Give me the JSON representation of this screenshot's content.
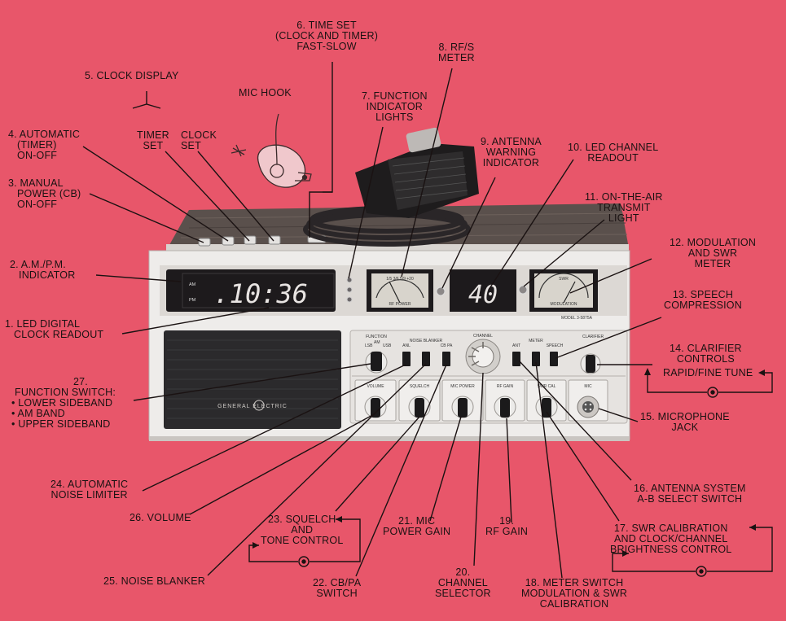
{
  "colors": {
    "background": "#e8566a",
    "panel": "#eeecea",
    "display": "#1d1a1c",
    "led": "#e8e4e2",
    "speaker": "#2b2a2c",
    "woodgrain": "#5a504c"
  },
  "radio": {
    "clock_am": "AM",
    "clock_pm": "PM",
    "clock_time": ".10:36",
    "channel": "40",
    "brand": "GENERAL ELECTRIC",
    "model": "MODEL 3-5875A",
    "meter1_label": "RF POWER",
    "meter1_scale": "1/5  3/6  5/9  +20",
    "meter2_label": "MODULATION",
    "meter2_scale": "SWR",
    "panel_labels": {
      "function": "FUNCTION",
      "channel": "CHANNEL",
      "clarifier": "CLARIFIER",
      "volume": "VOLUME",
      "squelch": "SQUELCH",
      "mic_power": "MIC POWER",
      "rf_gain": "RF GAIN",
      "swr_cal": "SWR CAL",
      "mic": "MIC",
      "anl": "ANL",
      "noise_blanker": "NOISE BLANKER",
      "cb_pa": "CB PA",
      "antenna": "ANT",
      "meter": "METER",
      "speech": "SPEECH",
      "lsb": "LSB",
      "am": "AM",
      "usb": "USB"
    }
  },
  "callouts": {
    "c1": "1. LED DIGITAL\n   CLOCK READOUT",
    "c2": "2. A.M./P.M.\n   INDICATOR",
    "c3": "3. MANUAL\n   POWER (CB)\n   ON-OFF",
    "c4": "4. AUTOMATIC\n   (TIMER)\n   ON-OFF",
    "c5": "5. CLOCK DISPLAY",
    "c5_timer": "TIMER\nSET",
    "c5_clock": "CLOCK\nSET",
    "mic_hook": "MIC HOOK",
    "c6": "6. TIME SET\n(CLOCK AND TIMER)\nFAST-SLOW",
    "c7": "7. FUNCTION\nINDICATOR\nLIGHTS",
    "c8": "8. RF/S\nMETER",
    "c9": "9. ANTENNA\nWARNING\nINDICATOR",
    "c10": "10. LED CHANNEL\nREADOUT",
    "c11": "11. ON-THE-AIR\nTRANSMIT\nLIGHT",
    "c12": "12. MODULATION\nAND SWR\nMETER",
    "c13": "13. SPEECH\nCOMPRESSION",
    "c14": "14. CLARIFIER\nCONTROLS",
    "c14_sub": "RAPID/FINE TUNE",
    "c15": "15. MICROPHONE\nJACK",
    "c16": "16. ANTENNA SYSTEM\nA-B SELECT SWITCH",
    "c17": "17. SWR CALIBRATION\nAND CLOCK/CHANNEL\nBRIGHTNESS CONTROL",
    "c18": "18. METER SWITCH\nMODULATION & SWR\nCALIBRATION",
    "c19": "19.\nRF GAIN",
    "c20": "20.\nCHANNEL\nSELECTOR",
    "c21": "21. MIC\nPOWER GAIN",
    "c22": "22. CB/PA\nSWITCH",
    "c23": "23. SQUELCH\nAND\nTONE CONTROL",
    "c24": "24. AUTOMATIC\nNOISE LIMITER",
    "c25": "25. NOISE BLANKER",
    "c26": "26. VOLUME",
    "c27": "27.\nFUNCTION SWITCH:\n• LOWER SIDEBAND\n• AM BAND\n• UPPER SIDEBAND"
  }
}
